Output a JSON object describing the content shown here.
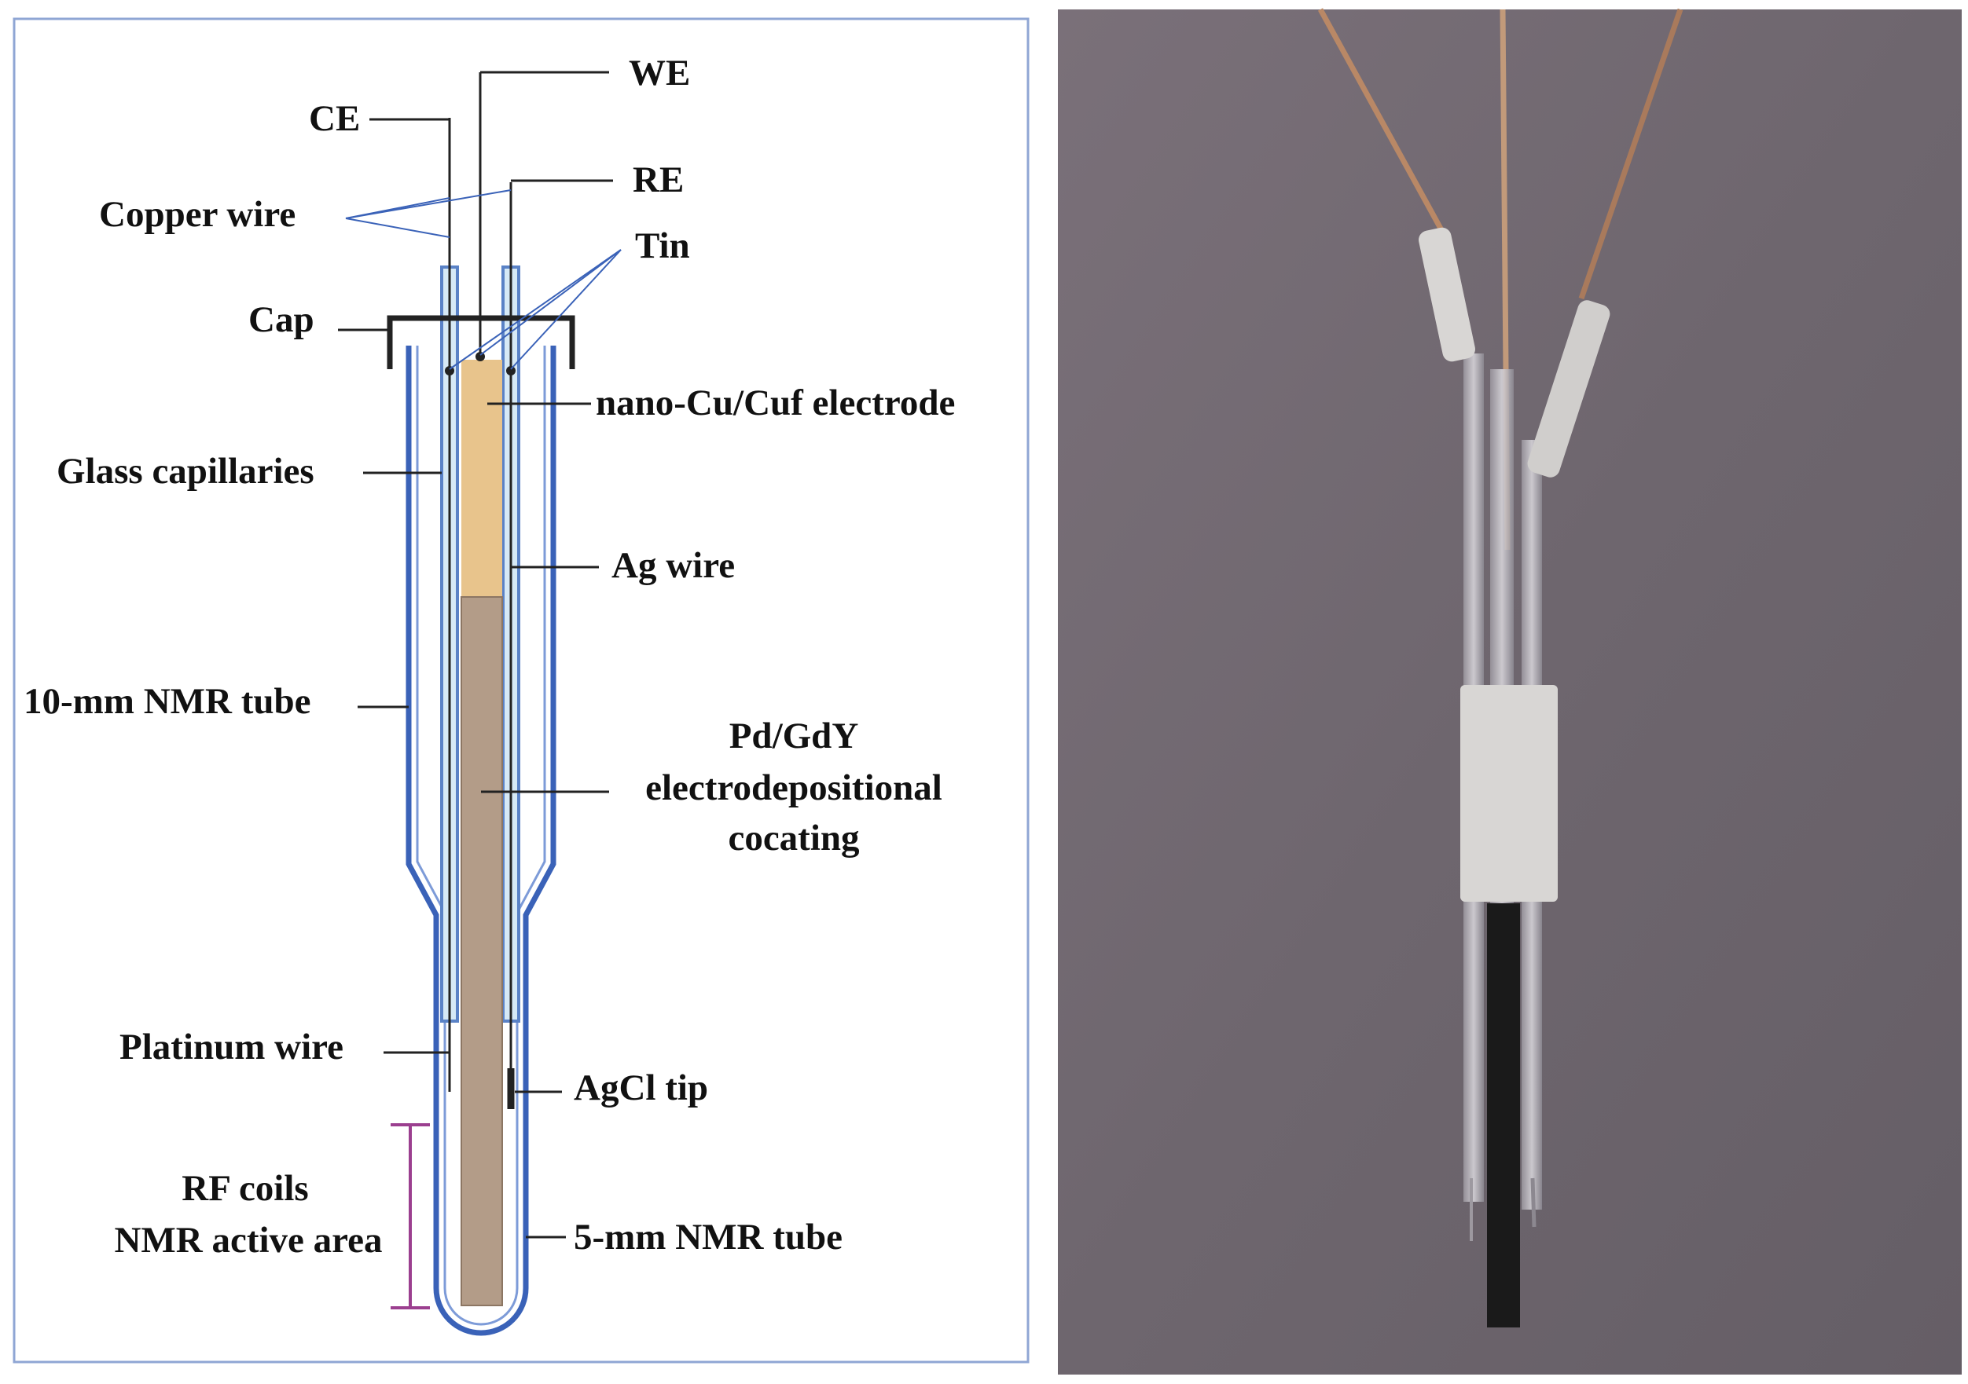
{
  "diagram": {
    "labels": {
      "we": "WE",
      "ce": "CE",
      "re": "RE",
      "copper_wire": "Copper wire",
      "tin": "Tin",
      "cap": "Cap",
      "electrode": "nano-Cu/Cuf electrode",
      "glass_capillaries": "Glass capillaries",
      "ag_wire": "Ag wire",
      "nmr_tube_10": "10-mm NMR tube",
      "coating_line1": "Pd/GdY",
      "coating_line2": "electrodepositional",
      "coating_line3": "cocating",
      "platinum_wire": "Platinum wire",
      "agcl_tip": "AgCl tip",
      "rf_coils_line1": "RF coils",
      "rf_coils_line2": "NMR active area",
      "nmr_tube_5": "5-mm NMR tube"
    },
    "colors": {
      "frame_border": "#8fa6d4",
      "tube_blue": "#3a62b8",
      "capillary_blue": "#9cc7e6",
      "electrode_tan": "#e8c48c",
      "coating_brown": "#b39c88",
      "leader_line": "#222222",
      "rf_marker": "#9b3f8f"
    }
  },
  "photo": {
    "description_icon": "electrochemical-cell-photo",
    "colors": {
      "background": "#6f6770",
      "tape": "#d8d6d4",
      "copper": "#b98866",
      "black_strip": "#1a1a1a",
      "glass": "#c8c6cc"
    }
  }
}
